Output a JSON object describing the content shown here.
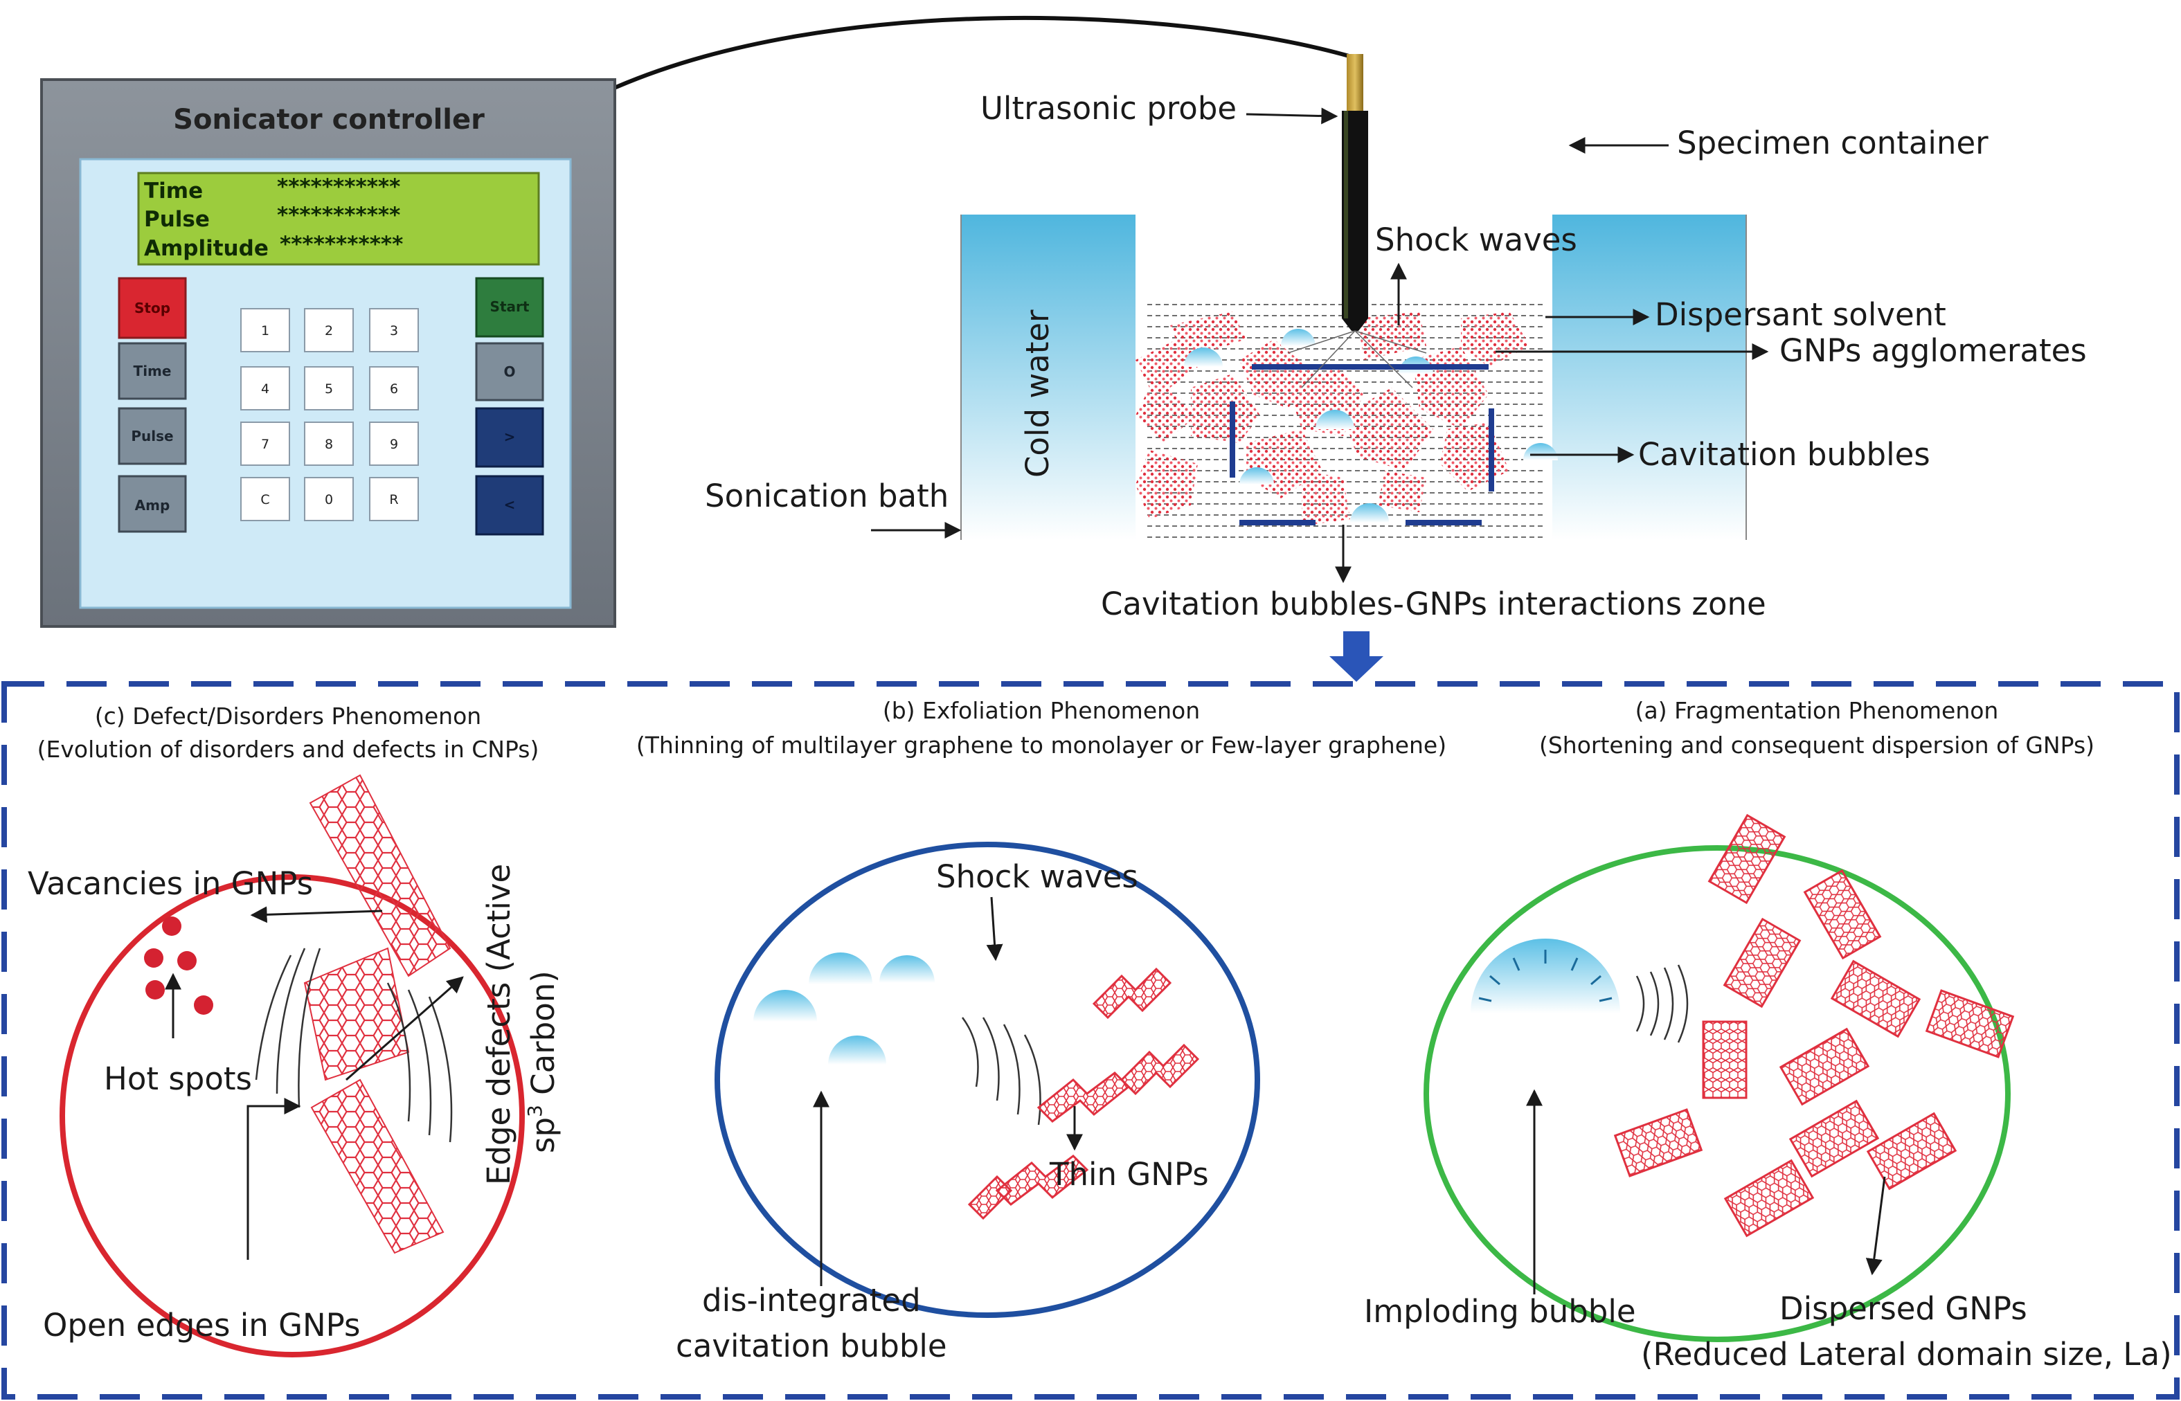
{
  "controller": {
    "title": "Sonicator controller",
    "lcd": [
      {
        "label": "Time",
        "value": "***********"
      },
      {
        "label": "Pulse",
        "value": "***********"
      },
      {
        "label": "Amplitude",
        "value": "***********"
      }
    ],
    "left_buttons": [
      {
        "label": "Stop",
        "color": "#d92630",
        "text_color": "#5a0000"
      },
      {
        "label": "Time",
        "color": "#7f8e9b",
        "text_color": "#1d2630"
      },
      {
        "label": "Pulse",
        "color": "#7f8e9b",
        "text_color": "#1d2630"
      },
      {
        "label": "Amp",
        "color": "#7f8e9b",
        "text_color": "#1d2630"
      }
    ],
    "keypad": [
      "1",
      "2",
      "3",
      "4",
      "5",
      "6",
      "7",
      "8",
      "9",
      "C",
      "0",
      "R"
    ],
    "right_buttons": [
      {
        "label": "Start",
        "color": "#2e7d3e",
        "text_color": "#0e2f14"
      },
      {
        "label": "O",
        "color": "#7f8e9b",
        "text_color": "#1d2630"
      },
      {
        "label": ">",
        "color": "#1f3c78",
        "text_color": "#0a1838"
      },
      {
        "label": "<",
        "color": "#1f3c78",
        "text_color": "#0a1838"
      }
    ]
  },
  "setup_labels": {
    "ultrasonic_probe": "Ultrasonic probe",
    "specimen_container": "Specimen container",
    "shock_waves": "Shock waves",
    "dispersant_solvent": "Dispersant solvent",
    "gnps_agglomerates": "GNPs agglomerates",
    "cavitation_bubbles": "Cavitation bubbles",
    "cold_water": "Cold water",
    "sonication_bath": "Sonication bath",
    "interaction_zone": "Cavitation bubbles-GNPs interactions zone"
  },
  "panels": {
    "c": {
      "title": "(c) Defect/Disorders Phenomenon",
      "subtitle": "(Evolution of disorders and defects in CNPs)",
      "labels": {
        "vacancies": "Vacancies in GNPs",
        "hot_spots": "Hot spots",
        "edge_defects_line1": "Edge defects (Active",
        "edge_defects_line2_pre": "sp",
        "edge_defects_sup": "3",
        "edge_defects_line2_post": " Carbon)",
        "open_edges": "Open edges in GNPs"
      }
    },
    "b": {
      "title": "(b) Exfoliation Phenomenon",
      "subtitle": "(Thinning of multilayer graphene to monolayer or Few-layer graphene)",
      "labels": {
        "shock_waves": "Shock waves",
        "thin_gnps": "Thin GNPs",
        "bubble_line1": "dis-integrated",
        "bubble_line2": "cavitation bubble"
      }
    },
    "a": {
      "title": "(a) Fragmentation Phenomenon",
      "subtitle": "(Shortening and consequent dispersion of GNPs)",
      "labels": {
        "imploding_bubble": "Imploding bubble",
        "dispersed_line1": "Dispersed GNPs",
        "dispersed_line2": "(Reduced Lateral domain size, La)"
      }
    }
  },
  "colors": {
    "gnp_red": "#e0303f",
    "panel_c_circle": "#d9262f",
    "panel_b_circle": "#1f4fa0",
    "panel_a_circle": "#3cb846",
    "dashed_border": "#2546a0",
    "bath_blue": "#5bbde0",
    "lcd_green": "#9ccc3d"
  }
}
